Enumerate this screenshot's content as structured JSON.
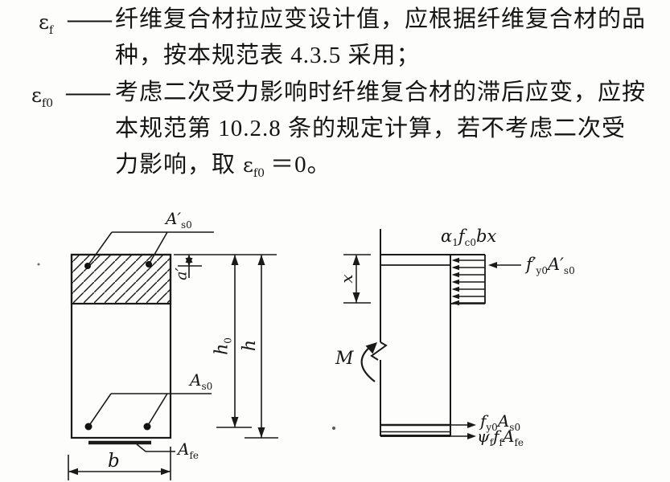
{
  "colors": {
    "ink": "#1a1a1a",
    "paper": "#fdfdfc"
  },
  "definitions": [
    {
      "symbol": [
        {
          "t": "ε"
        },
        {
          "t": "f",
          "sub": true
        }
      ],
      "dash": "——",
      "lines": [
        "纤维复合材拉应变设计值，应根据纤维复合材的品",
        "种，按本规范表 4.3.5 采用；"
      ]
    },
    {
      "symbol": [
        {
          "t": "ε"
        },
        {
          "t": "f0",
          "sub": true
        }
      ],
      "dash": "——",
      "lines": [
        "考虑二次受力影响时纤维复合材的滞后应变，应按",
        "本规范第 10.2.8 条的规定计算，若不考虑二次受"
      ],
      "tail": {
        "before": "力影响，取",
        "symbol": [
          {
            "t": "ε"
          },
          {
            "t": "f0",
            "sub": true
          }
        ],
        "after": "＝0。"
      }
    }
  ],
  "figure": {
    "left": {
      "labels": {
        "top_steel": [
          {
            "t": "A′"
          },
          {
            "t": "s0",
            "sub": true
          }
        ],
        "cover": [
          {
            "t": "a′"
          }
        ],
        "eff_depth": [
          {
            "t": "h"
          },
          {
            "t": "0",
            "sub": true
          }
        ],
        "depth": [
          {
            "t": "h"
          }
        ],
        "bottom_steel": [
          {
            "t": "A"
          },
          {
            "t": "s0",
            "sub": true
          }
        ],
        "frp": [
          {
            "t": "A"
          },
          {
            "t": "fe",
            "sub": true
          }
        ],
        "width": [
          {
            "t": "b"
          }
        ]
      }
    },
    "right": {
      "labels": {
        "concrete_force": [
          {
            "t": "α"
          },
          {
            "t": "1",
            "sub": true
          },
          {
            "t": "f"
          },
          {
            "t": "c0",
            "sub": true
          },
          {
            "t": "bx"
          }
        ],
        "block_depth": [
          {
            "t": "x"
          }
        ],
        "comp_steel_force": [
          {
            "t": "f′"
          },
          {
            "t": "y0",
            "sub": true
          },
          {
            "t": "A′"
          },
          {
            "t": "s0",
            "sub": true
          }
        ],
        "moment": [
          {
            "t": "M"
          }
        ],
        "tension_steel_force": [
          {
            "t": "f"
          },
          {
            "t": "y0",
            "sub": true
          },
          {
            "t": "A"
          },
          {
            "t": "s0",
            "sub": true
          }
        ],
        "frp_force": [
          {
            "t": "ψ"
          },
          {
            "t": "f",
            "sub": true
          },
          {
            "t": "f"
          },
          {
            "t": "f",
            "sub": true
          },
          {
            "t": "A"
          },
          {
            "t": "fe",
            "sub": true
          }
        ]
      }
    }
  }
}
